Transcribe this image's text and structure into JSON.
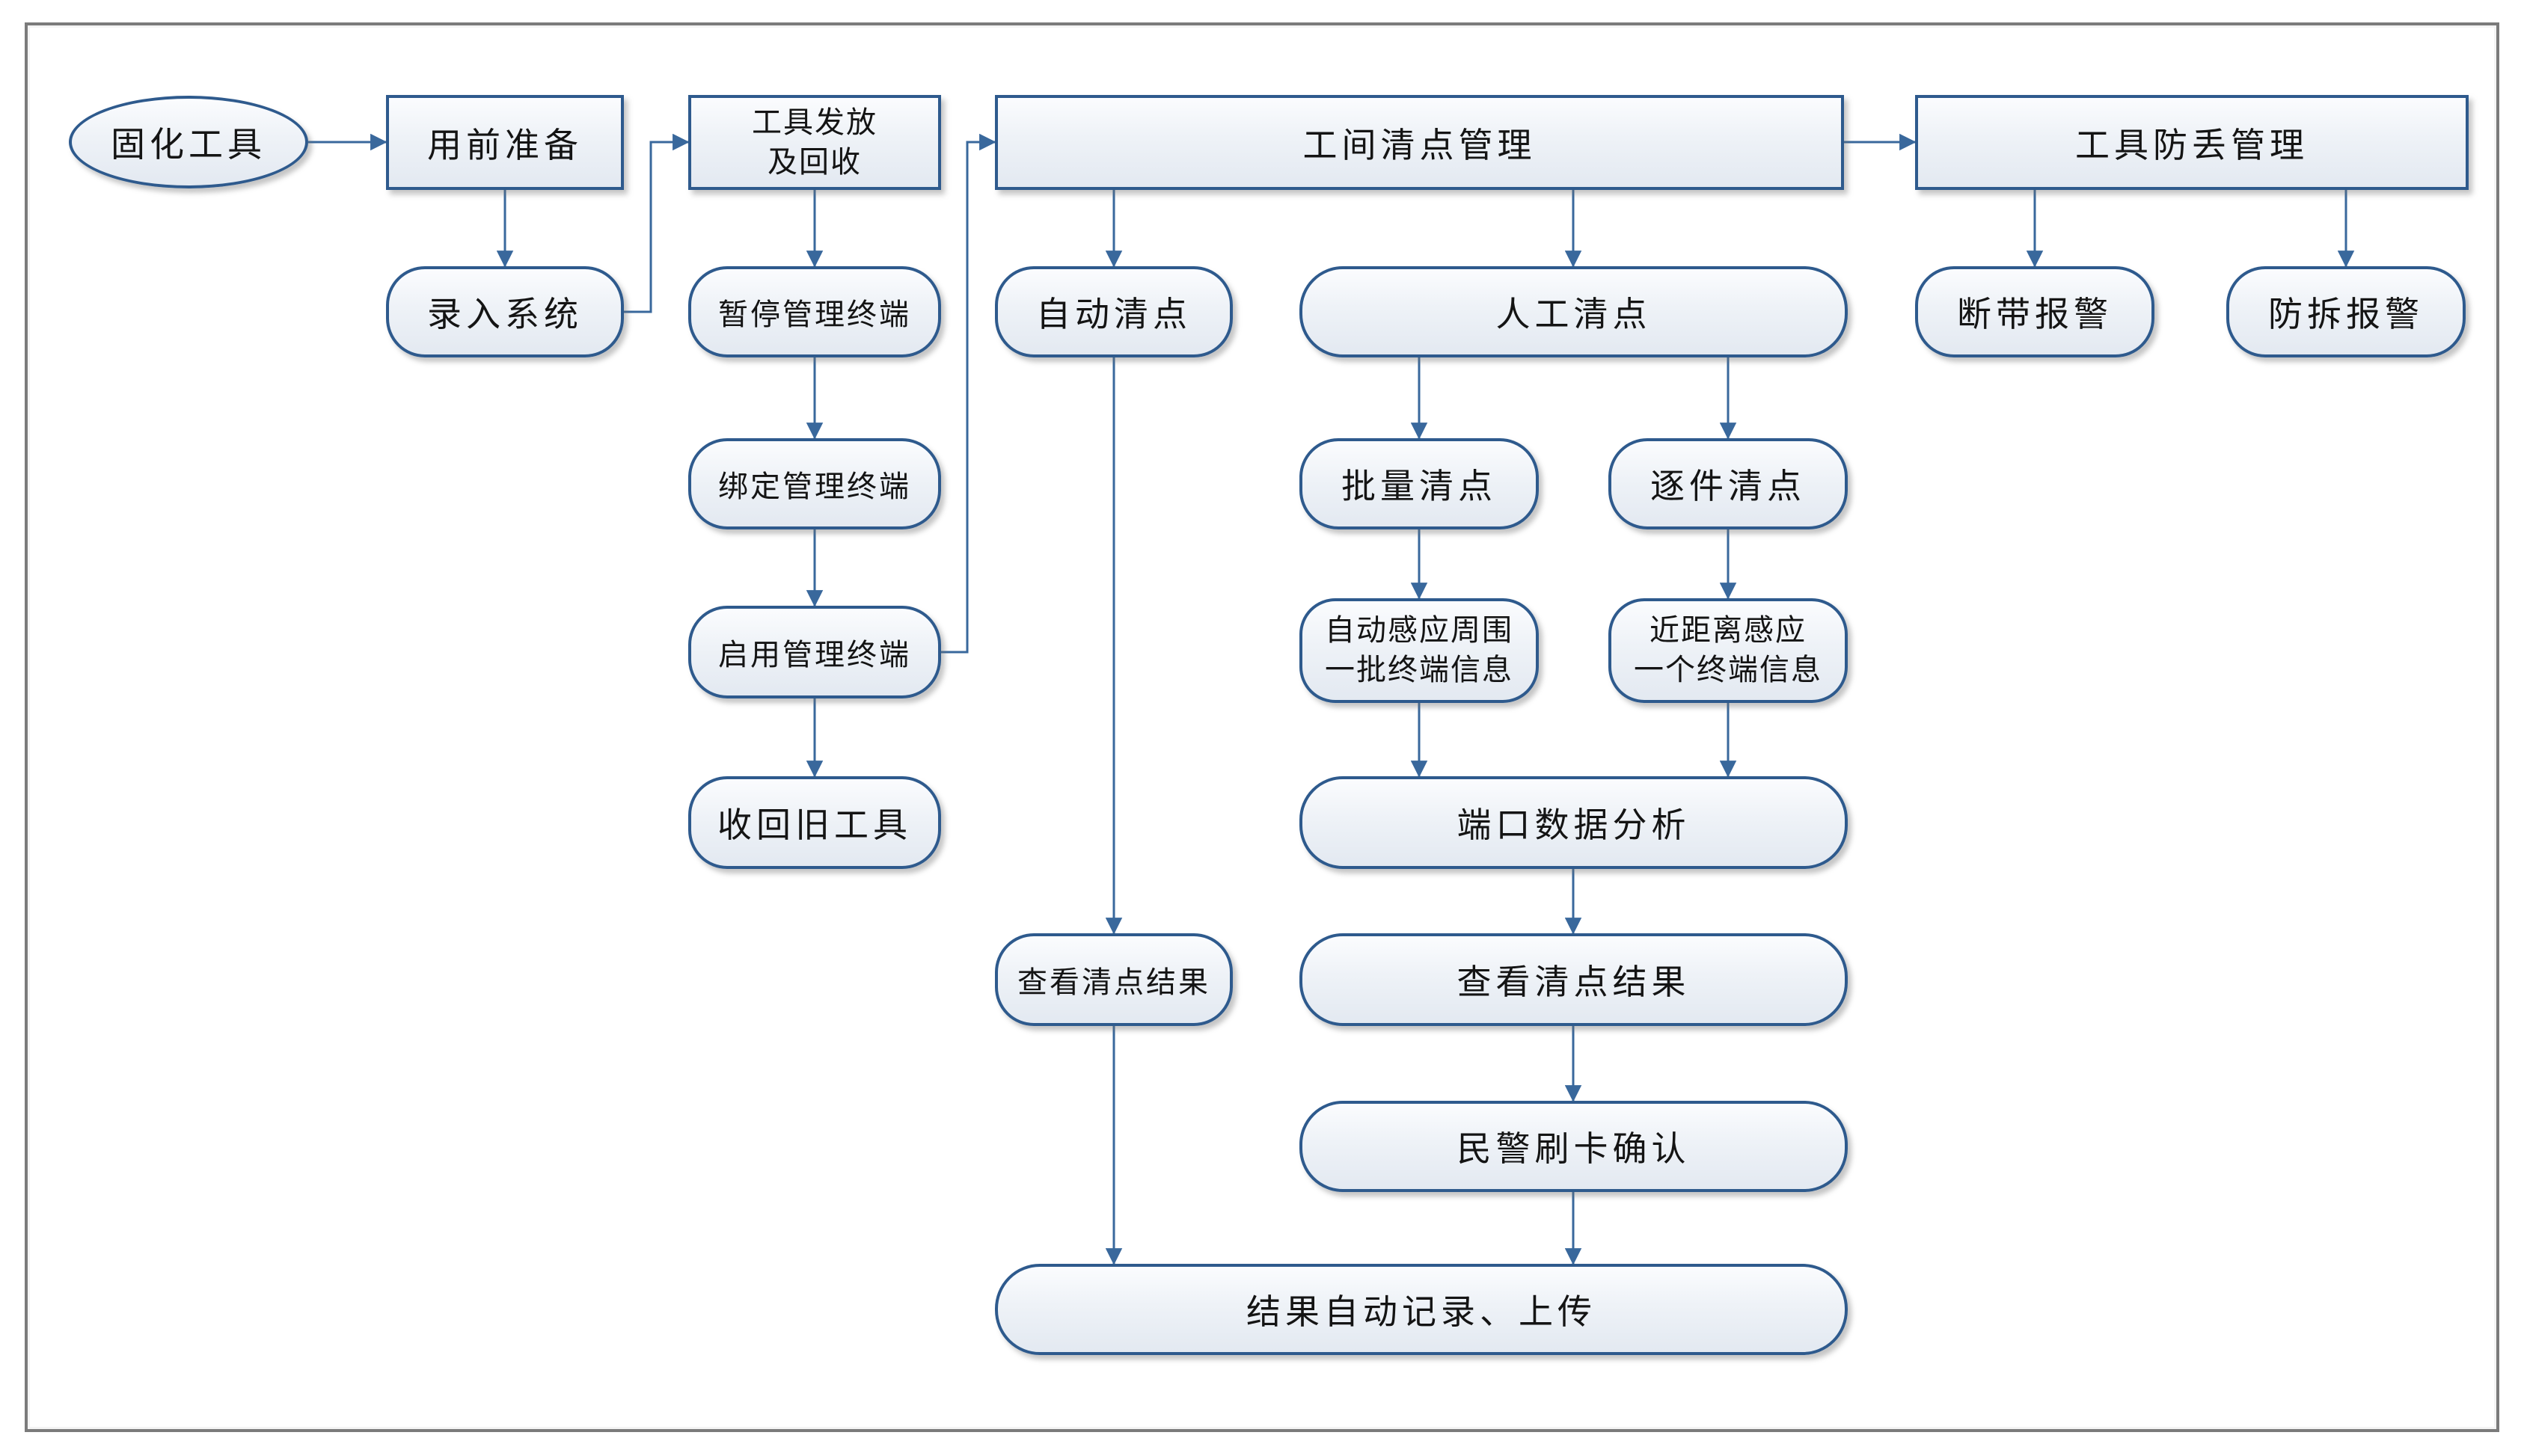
{
  "diagram": {
    "nodes": {
      "solidify_tool": {
        "label": "固化工具"
      },
      "pre_use_prep": {
        "label": "用前准备"
      },
      "enter_system": {
        "label": "录入系统"
      },
      "tool_issue_recycle": {
        "line1": "工具发放",
        "line2": "及回收"
      },
      "pause_terminal": {
        "label": "暂停管理终端"
      },
      "bind_terminal": {
        "label": "绑定管理终端"
      },
      "enable_terminal": {
        "label": "启用管理终端"
      },
      "recover_old_tool": {
        "label": "收回旧工具"
      },
      "workshop_count_mgmt": {
        "label": "工间清点管理"
      },
      "auto_count": {
        "label": "自动清点"
      },
      "manual_count": {
        "label": "人工清点"
      },
      "batch_count": {
        "label": "批量清点"
      },
      "piece_count": {
        "label": "逐件清点"
      },
      "batch_sense": {
        "line1": "自动感应周围",
        "line2": "一批终端信息"
      },
      "near_sense": {
        "line1": "近距离感应",
        "line2": "一个终端信息"
      },
      "port_data_analysis": {
        "label": "端口数据分析"
      },
      "view_count_result_auto": {
        "label": "查看清点结果"
      },
      "view_count_result_manual": {
        "label": "查看清点结果"
      },
      "police_card_confirm": {
        "label": "民警刷卡确认"
      },
      "result_record_upload": {
        "label": "结果自动记录、上传"
      },
      "tool_antiloss_mgmt": {
        "label": "工具防丢管理"
      },
      "strap_break_alarm": {
        "label": "断带报警"
      },
      "tamper_alarm": {
        "label": "防拆报警"
      }
    },
    "colors": {
      "node_border": "#2e5a8d",
      "connector": "#39689c",
      "fill_top": "#fbfcfe",
      "fill_bottom": "#e3e9f1",
      "canvas_border": "#7b7b7b",
      "text": "#141414",
      "background": "#ffffff"
    }
  }
}
